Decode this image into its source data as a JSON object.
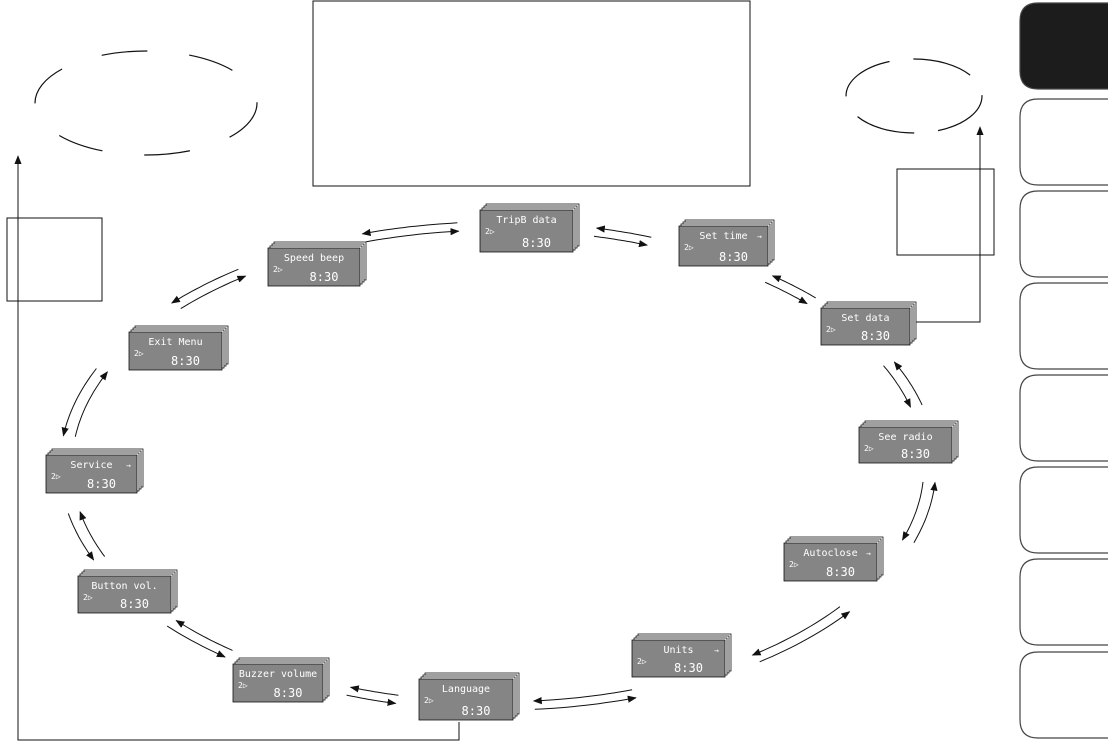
{
  "diagram": {
    "menu_items": [
      {
        "id": "tripb",
        "label": "TripB data",
        "arrow": false,
        "value": "8:30",
        "indicator": "2▷"
      },
      {
        "id": "settime",
        "label": "Set time",
        "arrow": true,
        "value": "8:30",
        "indicator": "2▷"
      },
      {
        "id": "setdata",
        "label": "Set data",
        "arrow": false,
        "value": "8:30",
        "indicator": "2▷"
      },
      {
        "id": "seeradio",
        "label": "See radio",
        "arrow": false,
        "value": "8:30",
        "indicator": "2▷"
      },
      {
        "id": "autoclose",
        "label": "Autoclose",
        "arrow": true,
        "value": "8:30",
        "indicator": "2▷"
      },
      {
        "id": "units",
        "label": "Units",
        "arrow": true,
        "value": "8:30",
        "indicator": "2▷"
      },
      {
        "id": "language",
        "label": "Language",
        "arrow": false,
        "value": "8:30",
        "indicator": "2▷"
      },
      {
        "id": "buzzer",
        "label": "Buzzer volume",
        "arrow": false,
        "value": "8:30",
        "indicator": "2▷"
      },
      {
        "id": "button",
        "label": "Button vol.",
        "arrow": false,
        "value": "8:30",
        "indicator": "2▷"
      },
      {
        "id": "service",
        "label": "Service",
        "arrow": true,
        "value": "8:30",
        "indicator": "2▷"
      },
      {
        "id": "exitmenu",
        "label": "Exit Menu",
        "arrow": false,
        "value": "8:30",
        "indicator": "2▷"
      },
      {
        "id": "speedbeep",
        "label": "Speed beep",
        "arrow": false,
        "value": "8:30",
        "indicator": "2▷"
      }
    ],
    "submenu_arrow_glyph": "→",
    "colors": {
      "screen_fill": "#858585",
      "screen_text": "#ffffff",
      "line": "#111111",
      "tab_active": "#1c1c1c",
      "tab_border": "#444444"
    },
    "side_tabs": {
      "count": 8,
      "active_index": 0
    }
  }
}
